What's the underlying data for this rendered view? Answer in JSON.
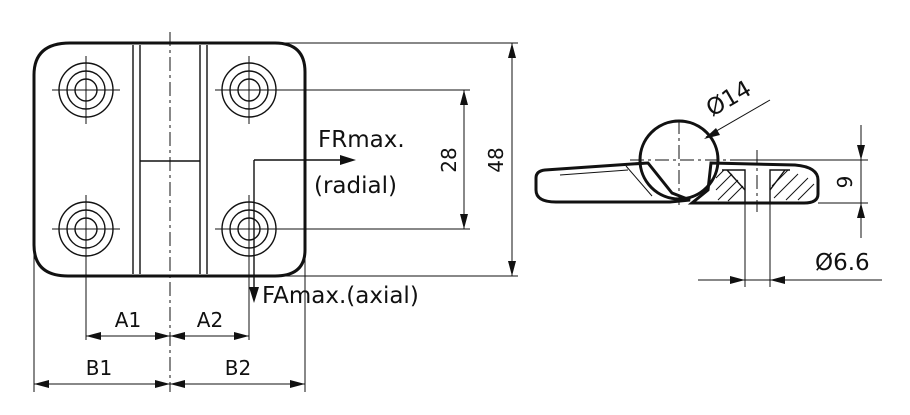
{
  "labels": {
    "a1": "A1",
    "a2": "A2",
    "b1": "B1",
    "b2": "B2",
    "fr_line1": "FRmax.",
    "fr_line2": "(radial)",
    "fa": "FAmax.(axial)",
    "dim_28": "28",
    "dim_48": "48",
    "dim_9": "9",
    "dia_14": "Ø14",
    "dia_6_6": "Ø6.6"
  },
  "colors": {
    "ink": "#111111",
    "background": "#ffffff"
  }
}
